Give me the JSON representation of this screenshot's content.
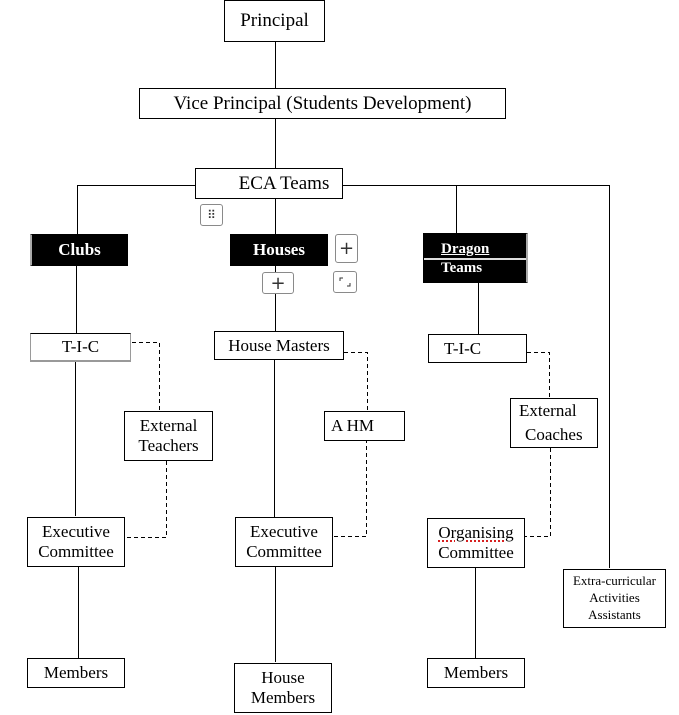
{
  "diagram": {
    "type": "organisation-chart",
    "nodes": {
      "principal": "Principal",
      "vice_principal": "Vice Principal (Students Development)",
      "eca_teams": "ECA Teams",
      "clubs": "Clubs",
      "houses": "Houses",
      "dragon_teams": [
        "Dragon",
        "Teams"
      ],
      "clubs_tic": "T-I-C",
      "external_teachers": [
        "External",
        "Teachers"
      ],
      "clubs_exec": [
        "Executive",
        "Committee"
      ],
      "clubs_members": "Members",
      "house_masters": "House Masters",
      "ahm": "A HM",
      "houses_exec": [
        "Executive",
        "Committee"
      ],
      "house_members": [
        "House",
        "Members"
      ],
      "dragon_tic": "T-I-C",
      "external_coaches": [
        "External",
        "Coaches"
      ],
      "organising_committee": [
        "Organising",
        "Committee"
      ],
      "dragon_members": "Members",
      "eca_assistants": [
        "Extra-curricular",
        "Activities",
        "Assistants"
      ]
    },
    "edges_solid": [
      [
        "principal",
        "vice_principal"
      ],
      [
        "vice_principal",
        "eca_teams"
      ],
      [
        "eca_teams",
        "clubs"
      ],
      [
        "eca_teams",
        "houses"
      ],
      [
        "eca_teams",
        "dragon_teams"
      ],
      [
        "eca_teams",
        "eca_assistants"
      ],
      [
        "clubs",
        "clubs_tic"
      ],
      [
        "clubs_tic",
        "clubs_exec"
      ],
      [
        "clubs_exec",
        "clubs_members"
      ],
      [
        "houses",
        "house_masters"
      ],
      [
        "house_masters",
        "houses_exec"
      ],
      [
        "houses_exec",
        "house_members"
      ],
      [
        "dragon_teams",
        "dragon_tic"
      ],
      [
        "organising_committee",
        "dragon_members"
      ]
    ],
    "edges_dashed": [
      [
        "clubs_tic",
        "external_teachers"
      ],
      [
        "external_teachers",
        "clubs_exec"
      ],
      [
        "house_masters",
        "ahm"
      ],
      [
        "ahm",
        "houses_exec"
      ],
      [
        "dragon_tic",
        "external_coaches"
      ],
      [
        "external_coaches",
        "organising_committee"
      ]
    ]
  },
  "editor_controls": {
    "drag_handle": "⠿",
    "add_right": "+",
    "add_below": "+",
    "resize": "⌟"
  }
}
